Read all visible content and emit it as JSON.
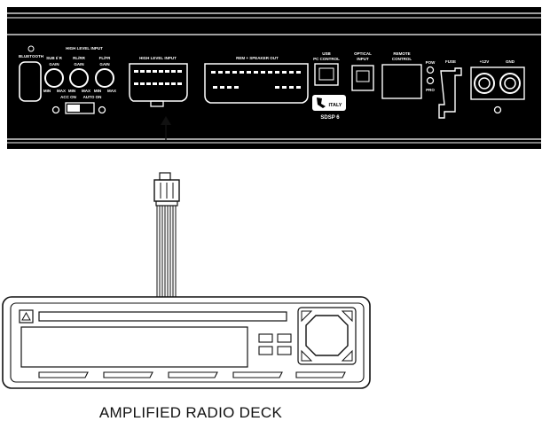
{
  "colors": {
    "panel": "#000000",
    "label": "#ffffff",
    "line": "#111111",
    "paper": "#ffffff"
  },
  "amplifier": {
    "bluetooth": "BLUETOOTH",
    "high_level_input_group": "HIGH LEVEL INPUT",
    "gain_sub": "SUB I/ R",
    "gain_rl": "RL/RR",
    "gain_fl": "FL/FR",
    "gain": "GAIN",
    "min": "MIN",
    "max": "MAX",
    "acc_on": "ACC ON",
    "auto_on": "AUTO ON",
    "high_level_input": "HIGH LEVEL INPUT",
    "rem_speaker_out": "REM + SPEAKER OUT",
    "usb": "USB",
    "pc_control": "PC CONTROL",
    "optical": "OPTICAL",
    "input": "INPUT",
    "remote": "REMOTE",
    "control": "CONTROL",
    "pow": "POW",
    "pro": "PRO",
    "fuse": "FUSE",
    "plus12v": "+12V",
    "gnd": "GND",
    "italy": "ITALY",
    "model": "SDSP 6"
  },
  "radio_deck_label": "AMPLIFIED RADIO DECK"
}
